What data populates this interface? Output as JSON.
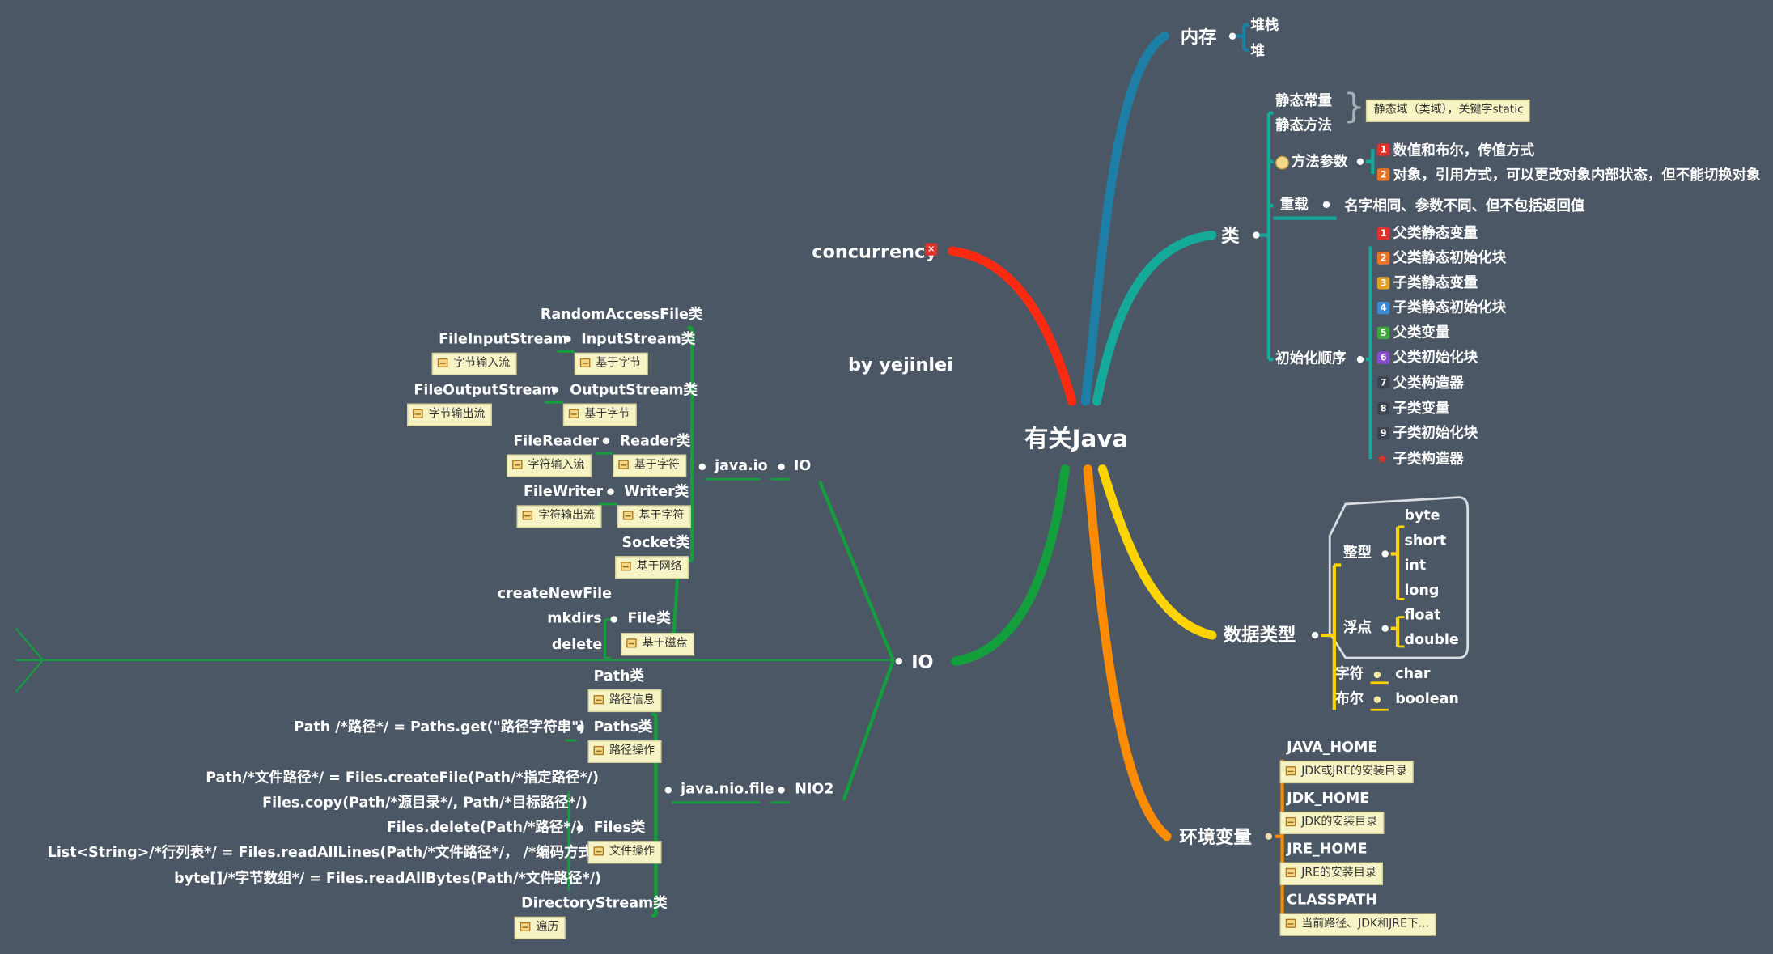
{
  "root": "有关Java",
  "author": "by yejinlei",
  "concurrency": "concurrency",
  "memory": {
    "label": "内存",
    "items": [
      "堆栈",
      "堆"
    ]
  },
  "class": {
    "label": "类",
    "static_const": "静态常量",
    "static_method": "静态方法",
    "static_note": "静态域（类域），关键字static",
    "method_params": "方法参数",
    "params": [
      "数值和布尔，传值方式",
      "对象，引用方式，可以更改对象内部状态，但不能切换对象"
    ],
    "overload": "重载",
    "overload_desc": "名字相同、参数不同、但不包括返回值",
    "init_order": "初始化顺序",
    "init_items": [
      "父类静态变量",
      "父类静态初始化块",
      "子类静态变量",
      "子类静态初始化块",
      "父类变量",
      "父类初始化块",
      "父类构造器",
      "子类变量",
      "子类初始化块",
      "子类构造器"
    ],
    "badge_nums": [
      "1",
      "2",
      "3",
      "4",
      "5",
      "6",
      "7",
      "8",
      "9"
    ],
    "param_nums": [
      "1",
      "2"
    ]
  },
  "datatypes": {
    "label": "数据类型",
    "int_group": "整型",
    "ints": [
      "byte",
      "short",
      "int",
      "long"
    ],
    "float_group": "浮点",
    "floats": [
      "float",
      "double"
    ],
    "char_group": "字符",
    "char_val": "char",
    "bool_group": "布尔",
    "bool_val": "boolean"
  },
  "env": {
    "label": "环境变量",
    "items": [
      {
        "name": "JAVA_HOME",
        "note": "JDK或JRE的安装目录"
      },
      {
        "name": "JDK_HOME",
        "note": "JDK的安装目录"
      },
      {
        "name": "JRE_HOME",
        "note": "JRE的安装目录"
      },
      {
        "name": "CLASSPATH",
        "note": "当前路径、JDK和JRE下..."
      }
    ]
  },
  "io": {
    "label": "IO",
    "sub_io": "IO",
    "javaio": "java.io",
    "random": "RandomAccessFile类",
    "fis": "FileInputStream",
    "fis_note": "字节输入流",
    "is": "InputStream类",
    "is_note": "基于字节",
    "fos": "FileOutputStream",
    "fos_note": "字节输出流",
    "os": "OutputStream类",
    "os_note": "基于字节",
    "fr": "FileReader",
    "fr_note": "字符输入流",
    "reader": "Reader类",
    "reader_note": "基于字符",
    "fw": "FileWriter",
    "fw_note": "字符输出流",
    "writer": "Writer类",
    "writer_note": "基于字符",
    "socket": "Socket类",
    "socket_note": "基于网络",
    "file": "File类",
    "file_note": "基于磁盘",
    "file_ops": [
      "createNewFile",
      "mkdirs",
      "delete"
    ],
    "nio2": "NIO2",
    "niofile": "java.nio.file",
    "path": "Path类",
    "path_note": "路径信息",
    "paths": "Paths类",
    "paths_note": "路径操作",
    "paths_code": "Path /*路径*/ = Paths.get(\"路径字符串\")",
    "files": "Files类",
    "files_note": "文件操作",
    "files_code": [
      "Path/*文件路径*/ = Files.createFile(Path/*指定路径*/)",
      "Files.copy(Path/*源目录*/, Path/*目标路径*/)",
      "Files.delete(Path/*路径*/)",
      "List<String>/*行列表*/ = Files.readAllLines(Path/*文件路径*/， /*编码方式*/)",
      "byte[]/*字节数组*/ = Files.readAllBytes(Path/*文件路径*/)"
    ],
    "dirstream": "DirectoryStream类",
    "dirstream_note": "遍历"
  },
  "colors": {
    "background": "#4c5766",
    "memory_branch": "#1e7fa6",
    "class_branch": "#15a99a",
    "concurrency_branch": "#ff2a10",
    "io_branch": "#13a03c",
    "datatype_branch": "#ffd400",
    "env_branch": "#ff8c00"
  }
}
